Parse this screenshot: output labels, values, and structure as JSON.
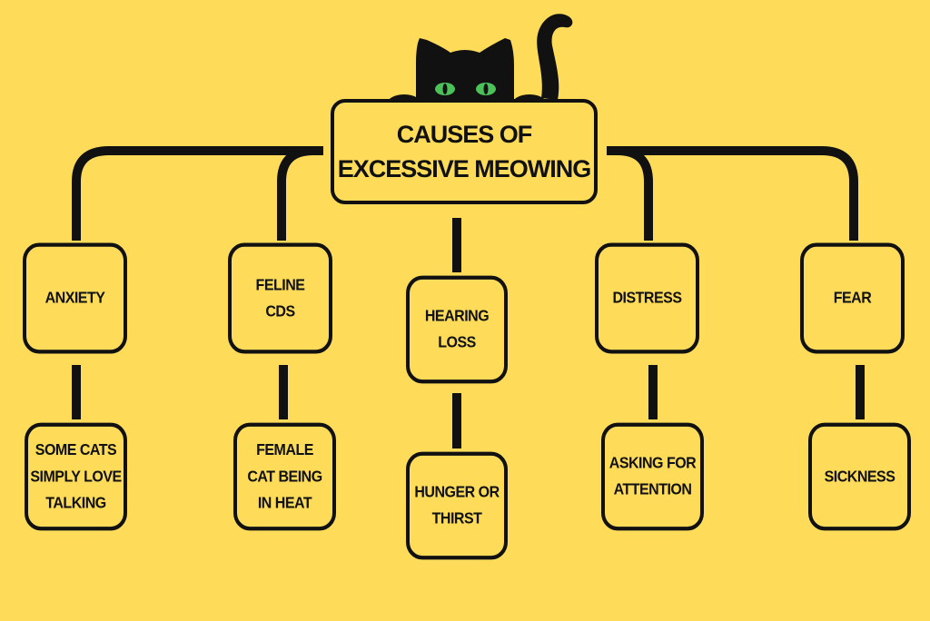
{
  "title": {
    "line1": "CAUSES OF",
    "line2": "EXCESSIVE MEOWING"
  },
  "colors": {
    "background": "#fedc5a",
    "ink": "#111111",
    "cat_eyes": "#4cc15a"
  },
  "illustration": "black-cat-peeking-icon",
  "columns": [
    {
      "top": [
        "ANXIETY"
      ],
      "bottom": [
        "SOME CATS",
        "SIMPLY LOVE",
        "TALKING"
      ]
    },
    {
      "top": [
        "FELINE",
        "CDS"
      ],
      "bottom": [
        "FEMALE",
        "CAT BEING",
        "IN HEAT"
      ]
    },
    {
      "top": [
        "HEARING",
        "LOSS"
      ],
      "bottom": [
        "HUNGER OR",
        "THIRST"
      ]
    },
    {
      "top": [
        "DISTRESS"
      ],
      "bottom": [
        "ASKING FOR",
        "ATTENTION"
      ]
    },
    {
      "top": [
        "FEAR"
      ],
      "bottom": [
        "SICKNESS"
      ]
    }
  ]
}
